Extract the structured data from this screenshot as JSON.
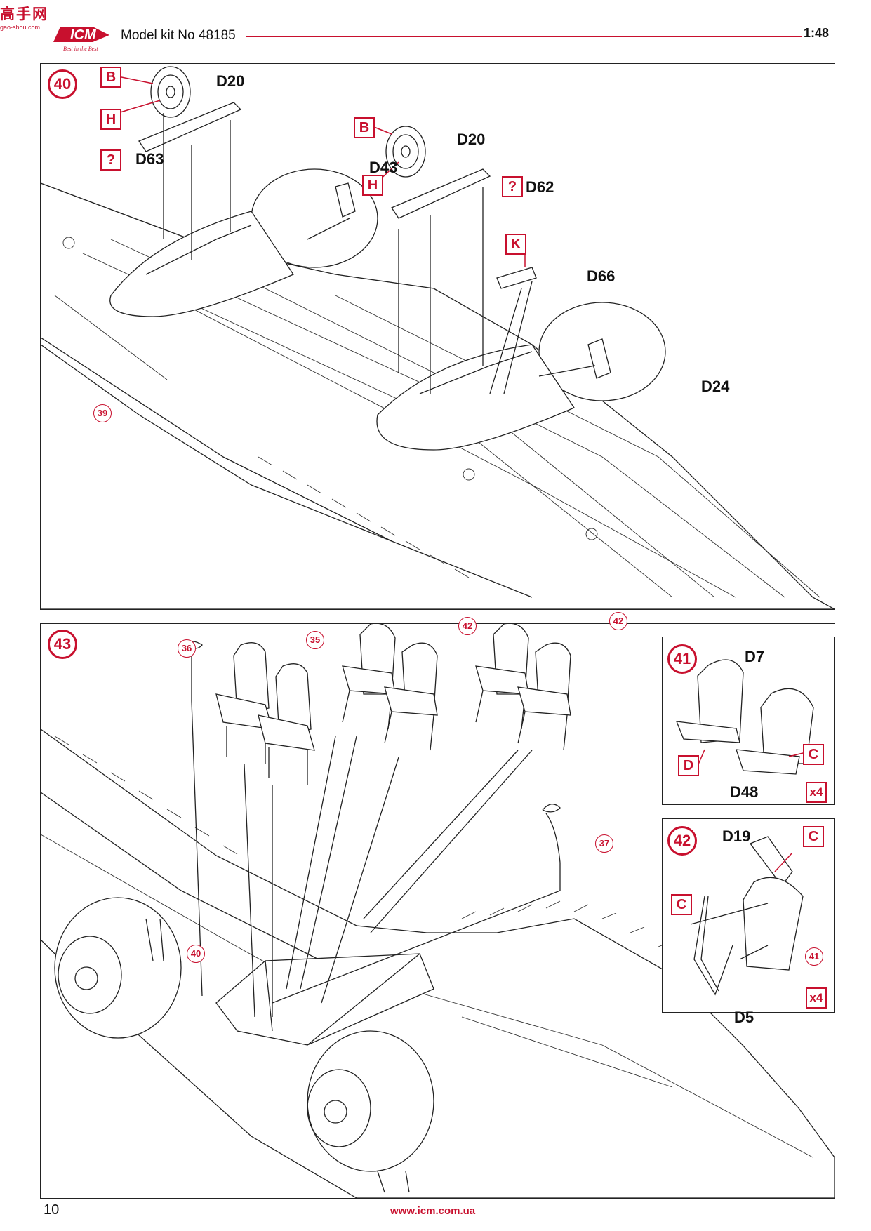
{
  "header": {
    "watermark_text": "高手网",
    "watermark_url": "gao-shou.com",
    "logo_text": "ICM",
    "logo_tagline": "Best in the Best",
    "kit_title": "Model kit No 48185",
    "scale": "1:48"
  },
  "step40": {
    "step_number": "40",
    "codes": [
      "B",
      "H",
      "?",
      "B",
      "H",
      "?",
      "K"
    ],
    "parts": [
      "D20",
      "D63",
      "D20",
      "D43",
      "D62",
      "D66",
      "D24"
    ],
    "ref_step": "39"
  },
  "step43": {
    "step_number": "43",
    "refs": [
      "36",
      "35",
      "42",
      "42",
      "37",
      "40"
    ]
  },
  "step41": {
    "step_number": "41",
    "parts": [
      "D7",
      "D48"
    ],
    "codes": [
      "D",
      "C"
    ],
    "multiplier": "x4"
  },
  "step42": {
    "step_number": "42",
    "parts": [
      "D19",
      "D5"
    ],
    "codes": [
      "C",
      "C"
    ],
    "ref_step": "41",
    "multiplier": "x4"
  },
  "footer": {
    "page_number": "10",
    "url": "www.icm.com.ua"
  }
}
